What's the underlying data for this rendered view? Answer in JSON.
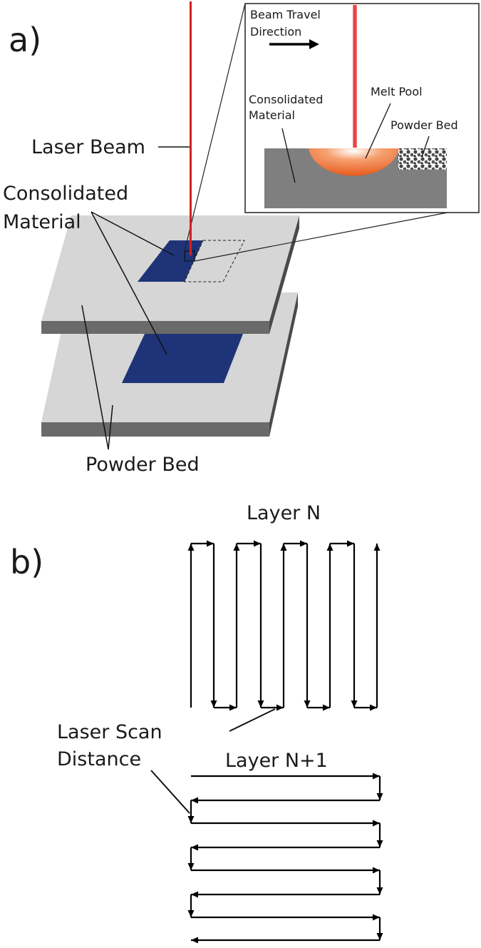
{
  "panel_a": {
    "panel_label": "a)",
    "labels": {
      "laser_beam": "Laser Beam",
      "consolidated_material_line1": "Consolidated",
      "consolidated_material_line2": "Material",
      "powder_bed": "Powder Bed"
    },
    "inset": {
      "beam_travel_line1": "Beam Travel",
      "beam_travel_line2": "Direction",
      "consolidated_line1": "Consolidated",
      "consolidated_line2": "Material",
      "melt_pool": "Melt Pool",
      "powder_bed": "Powder Bed"
    }
  },
  "panel_b": {
    "panel_label": "b)",
    "layer_n": "Layer N",
    "layer_n1": "Layer N+1",
    "scan_distance_line1": "Laser Scan",
    "scan_distance_line2": "Distance"
  },
  "colors": {
    "laser": "#d42020",
    "consolidated": "#1f3478",
    "plate_top": "#d6d6d6",
    "plate_side": "#6a6a6a",
    "inset_material": "#7f7f7f",
    "melt_pool": "#f06a28"
  }
}
